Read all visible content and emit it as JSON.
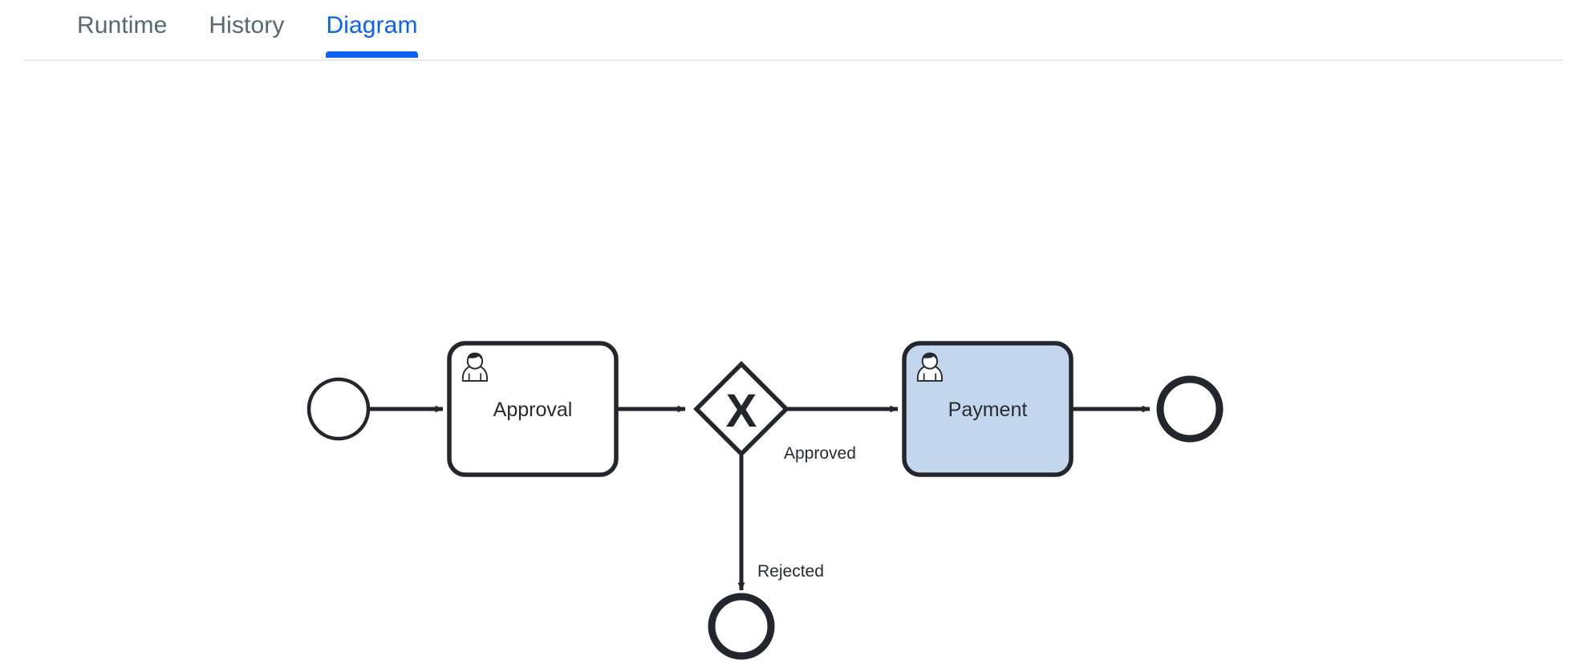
{
  "tabs": {
    "items": [
      {
        "label": "Runtime",
        "active": false
      },
      {
        "label": "History",
        "active": false
      },
      {
        "label": "Diagram",
        "active": true
      }
    ],
    "active_color": "#0b62f0",
    "inactive_color": "#5c6670"
  },
  "diagram": {
    "type": "bpmn-process",
    "stroke_color": "#24262d",
    "canvas_background": "#ffffff",
    "highlight_fill": "#c2d6ee",
    "default_fill": "#ffffff",
    "elements": [
      {
        "id": "start-event",
        "type": "start-event",
        "label": "",
        "shape": "circle",
        "highlighted": false
      },
      {
        "id": "task-approval",
        "type": "user-task",
        "label": "Approval",
        "shape": "rounded-rectangle",
        "icon": "user-icon",
        "highlighted": false
      },
      {
        "id": "gateway-decision",
        "type": "exclusive-gateway",
        "label": "",
        "marker": "X",
        "shape": "diamond",
        "highlighted": false
      },
      {
        "id": "task-payment",
        "type": "user-task",
        "label": "Payment",
        "shape": "rounded-rectangle",
        "icon": "user-icon",
        "highlighted": true
      },
      {
        "id": "end-event-approved",
        "type": "end-event",
        "label": "",
        "shape": "circle-thick",
        "highlighted": false
      },
      {
        "id": "end-event-rejected",
        "type": "end-event",
        "label": "",
        "shape": "circle-thick",
        "highlighted": false
      }
    ],
    "flows": [
      {
        "id": "flow-start-approval",
        "label": "",
        "from": "start-event",
        "to": "task-approval"
      },
      {
        "id": "flow-approval-gateway",
        "label": "",
        "from": "task-approval",
        "to": "gateway-decision"
      },
      {
        "id": "flow-approved",
        "label": "Approved",
        "from": "gateway-decision",
        "to": "task-payment"
      },
      {
        "id": "flow-payment-end",
        "label": "",
        "from": "task-payment",
        "to": "end-event-approved"
      },
      {
        "id": "flow-rejected",
        "label": "Rejected",
        "from": "gateway-decision",
        "to": "end-event-rejected"
      }
    ]
  }
}
